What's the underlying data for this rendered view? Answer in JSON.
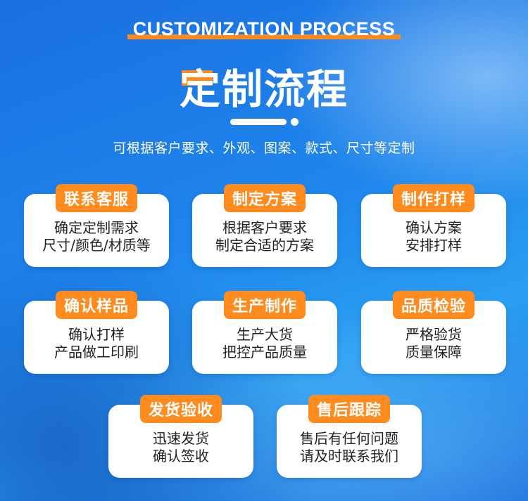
{
  "header": {
    "subtitle_en": "CUSTOMIZATION PROCESS",
    "title": "定制流程",
    "description": "可根据客户要求、外观、图案、款式、尺寸等定制"
  },
  "accent_color": "#ff8a1d",
  "steps": [
    {
      "tag": "联系客服",
      "line1": "确定定制需求",
      "line2": "尺寸/颜色/材质等"
    },
    {
      "tag": "制定方案",
      "line1": "根据客户要求",
      "line2": "制定合适的方案"
    },
    {
      "tag": "制作打样",
      "line1": "确认方案",
      "line2": "安排打样"
    },
    {
      "tag": "确认样品",
      "line1": "确认打样",
      "line2": "产品做工印刷"
    },
    {
      "tag": "生产制作",
      "line1": "生产大货",
      "line2": "把控产品质量"
    },
    {
      "tag": "品质检验",
      "line1": "严格验货",
      "line2": "质量保障"
    },
    {
      "tag": "发货验收",
      "line1": "迅速发货",
      "line2": "确认签收"
    },
    {
      "tag": "售后跟踪",
      "line1": "售后有任何问题",
      "line2": "请及时联系我们"
    }
  ]
}
